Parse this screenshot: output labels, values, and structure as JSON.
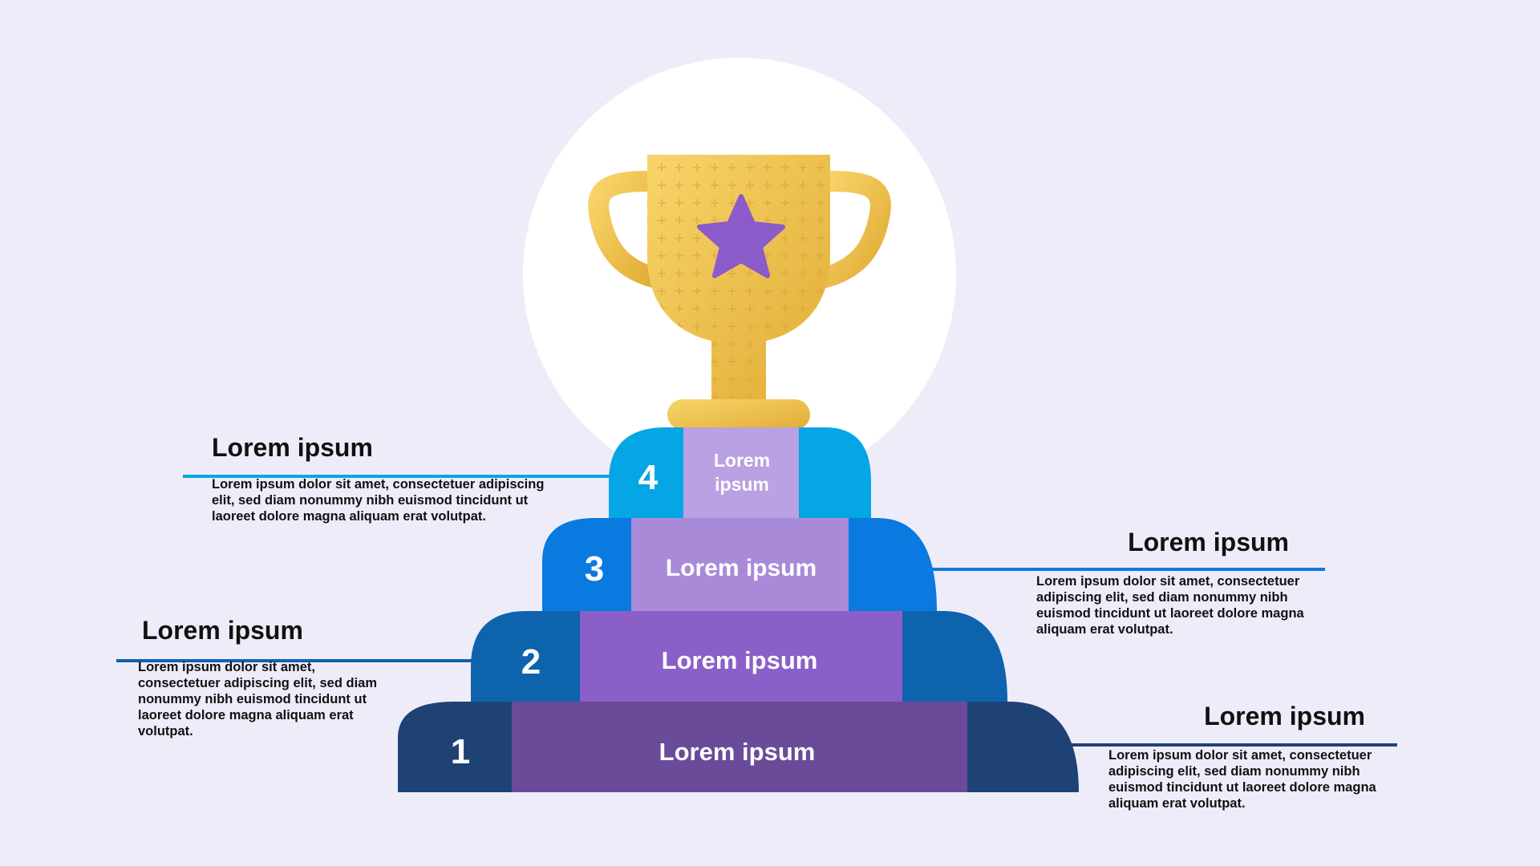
{
  "colors": {
    "background": "#efecf9",
    "circle": "#ffffff",
    "trophy_gold": "#f0c24a",
    "star": "#8a5bc9",
    "step1_side": "#1f4275",
    "step1_center": "#6a4b9a",
    "step2_side": "#0e63ad",
    "step2_center": "#8b5fc8",
    "step3_side": "#0a7ae0",
    "step3_center": "#a98ad9",
    "step4_side": "#05a6e6",
    "step4_center": "#b9a1e3"
  },
  "podium": {
    "steps": [
      {
        "number": "1",
        "label": "Lorem ipsum"
      },
      {
        "number": "2",
        "label": "Lorem ipsum"
      },
      {
        "number": "3",
        "label": "Lorem ipsum"
      },
      {
        "number": "4",
        "label_line1": "Lorem",
        "label_line2": "ipsum"
      }
    ]
  },
  "callouts": {
    "step4": {
      "title": "Lorem ipsum",
      "body": "Lorem ipsum dolor sit amet, consectetuer adipiscing elit, sed diam nonummy nibh euismod tincidunt ut laoreet dolore magna aliquam erat volutpat."
    },
    "step3": {
      "title": "Lorem ipsum",
      "body": "Lorem ipsum dolor sit amet, consectetuer adipiscing elit, sed diam nonummy nibh euismod tincidunt ut laoreet dolore magna aliquam erat volutpat."
    },
    "step2": {
      "title": "Lorem ipsum",
      "body": "Lorem ipsum dolor sit amet, consectetuer adipiscing elit, sed diam nonummy nibh euismod tincidunt ut laoreet dolore magna aliquam erat volutpat."
    },
    "step1": {
      "title": "Lorem ipsum",
      "body": "Lorem ipsum dolor sit amet, consectetuer adipiscing elit, sed diam nonummy nibh euismod tincidunt ut laoreet dolore magna aliquam erat volutpat."
    }
  },
  "icons": {
    "trophy": "trophy-icon",
    "star": "star-icon"
  }
}
